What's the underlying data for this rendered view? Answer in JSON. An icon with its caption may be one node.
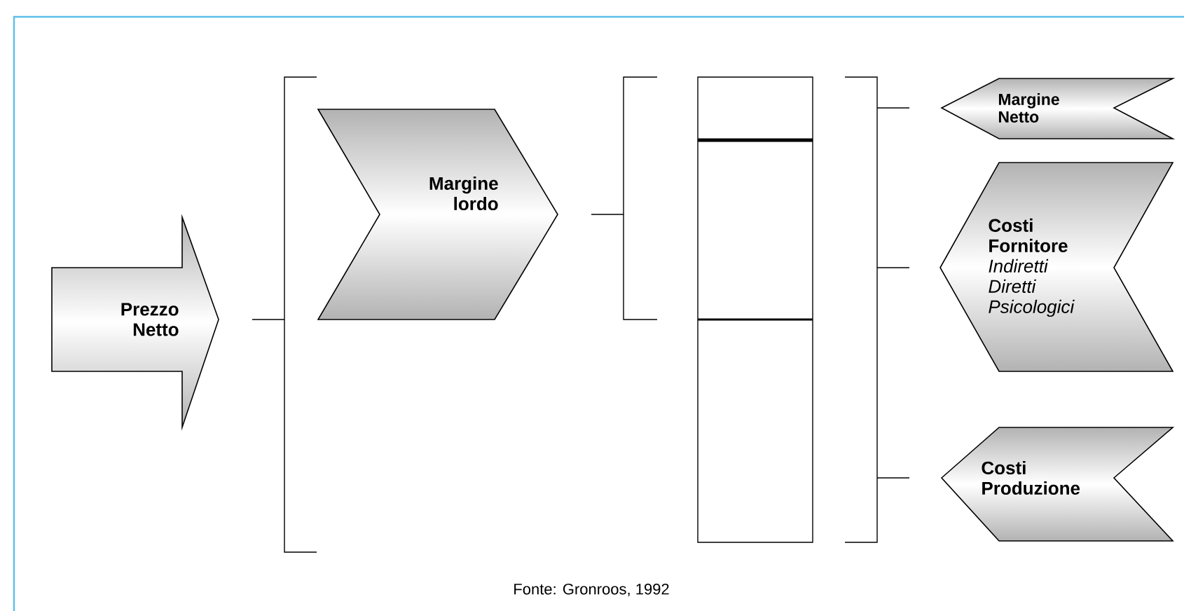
{
  "diagram": {
    "caption": "Fonte: Gronroos, 1992",
    "nodes": [
      {
        "text": [
          "Prezzo Netto"
        ]
      },
      {
        "text": [
          "Margine lordo"
        ]
      },
      {
        "text": [
          "Margine Netto"
        ]
      },
      {
        "text": [
          "Costi Fornitore",
          "Indiretti",
          "Diretti",
          "Psicologici"
        ]
      },
      {
        "text": [
          "Costi Produzione"
        ]
      }
    ]
  }
}
